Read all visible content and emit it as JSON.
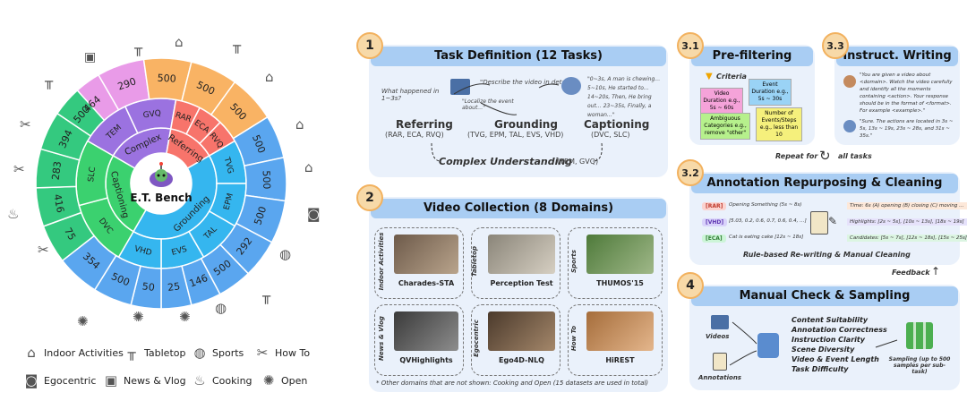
{
  "wheel": {
    "center_label": "E.T. Bench",
    "capabilities": [
      {
        "label": "Complex"
      },
      {
        "label": "Referring"
      },
      {
        "label": "Grounding"
      },
      {
        "label": "Captioning"
      }
    ],
    "tasks": [
      {
        "label": "TEM"
      },
      {
        "label": "GVQ"
      },
      {
        "label": "RAR"
      },
      {
        "label": "ECA"
      },
      {
        "label": "RVQ"
      },
      {
        "label": "TVG"
      },
      {
        "label": "EPM"
      },
      {
        "label": "TAL"
      },
      {
        "label": "EVS"
      },
      {
        "label": "VHD"
      },
      {
        "label": "DVC"
      },
      {
        "label": "SLC"
      }
    ],
    "counts": [
      "464",
      "290",
      "500",
      "500",
      "500",
      "500",
      "500",
      "500",
      "292",
      "500",
      "146",
      "25",
      "50",
      "500",
      "354",
      "75",
      "416",
      "283",
      "394",
      "500"
    ]
  },
  "legend": [
    {
      "label": "Indoor Activities",
      "icon": "house-icon"
    },
    {
      "label": "Tabletop",
      "icon": "table-icon"
    },
    {
      "label": "Sports",
      "icon": "ball-icon"
    },
    {
      "label": "How To",
      "icon": "tools-icon"
    },
    {
      "label": "Egocentric",
      "icon": "vr-headset-icon"
    },
    {
      "label": "News & Vlog",
      "icon": "camera-icon"
    },
    {
      "label": "Cooking",
      "icon": "pot-icon"
    },
    {
      "label": "Open",
      "icon": "burst-icon"
    }
  ],
  "s1": {
    "num": "1",
    "title": "Task Definition (12 Tasks)",
    "q1": "What happened in 1~3s?",
    "q2": "\"Describe the video in detail\"",
    "q3": "\"Localize the event about…\"",
    "q4": "\"0~3s, A man is chewing… 5~10s, He started to… 14~20s, Then, He bring out… 23~35s, Finally, a woman…\"",
    "referring": "Referring",
    "referring_sub": "(RAR, ECA, RVQ)",
    "grounding": "Grounding",
    "grounding_sub": "(TVG, EPM, TAL, EVS, VHD)",
    "captioning": "Captioning",
    "captioning_sub": "(DVC, SLC)",
    "complex": "Complex Understanding",
    "complex_sub": "(TEM, GVQ)"
  },
  "s2": {
    "num": "2",
    "title": "Video Collection (8 Domains)",
    "domains": [
      {
        "side": "Indoor Activities",
        "name": "Charades-STA"
      },
      {
        "side": "Tabletop",
        "name": "Perception Test"
      },
      {
        "side": "Sports",
        "name": "THUMOS'15"
      },
      {
        "side": "News & Vlog",
        "name": "QVHighlights"
      },
      {
        "side": "Egocentric",
        "name": "Ego4D-NLQ"
      },
      {
        "side": "How To",
        "name": "HiREST"
      }
    ],
    "footnote": "* Other domains that are not shown: Cooking and Open (15 datasets are used in total)"
  },
  "s31": {
    "num": "3.1",
    "title": "Pre-filtering",
    "criteria": "Criteria",
    "notes": [
      "Event Duration e.g., 5s ~ 30s",
      "Video Duration e.g., 5s ~ 60s",
      "Ambiguous Categories e.g., remove \"other\"",
      "Number of Events/Steps e.g., less than 10"
    ]
  },
  "s33": {
    "num": "3.3",
    "title": "Instruct. Writing",
    "instr1": "\"You are given a video about <domain>. Watch the video carefully and identify all the moments containing <action>. Your response should be in the format of <format>. For example <example>.\"",
    "instr2": "\"Sure. The actions are located in 3s ~ 5s, 13s ~ 19s, 23s ~ 28s, and 31s ~ 35s.\""
  },
  "repeat": {
    "pre": "Repeat for",
    "post": "all tasks"
  },
  "s32": {
    "num": "3.2",
    "title": "Annotation Repurposing & Cleaning",
    "rows": [
      {
        "tag": "[RAR]",
        "in": "Opening Something (5s ~ 8s)",
        "out": "Time: 6s (A) opening (B) closing (C) moving …"
      },
      {
        "tag": "[VHD]",
        "in": "[5.03, 0.2, 0.6, 0.7, 0.6, 0.4, …]",
        "out": "Highlights: [2s ~ 5s], [10s ~ 13s], [18s ~ 19s]"
      },
      {
        "tag": "[ECA]",
        "in": "Cat is eating cake [12s ~ 18s]",
        "out": "Candidates: [5s ~ 7s], [12s ~ 18s], [15s ~ 25s], …"
      }
    ],
    "caption": "Rule-based Re-writing & Manual Cleaning"
  },
  "feedback": "Feedback",
  "s4": {
    "num": "4",
    "title": "Manual Check & Sampling",
    "videos": "Videos",
    "annotations": "Annotations",
    "checks": [
      "Content Suitability",
      "Annotation Correctness",
      "Instruction Clarity",
      "Scene Diversity",
      "Video & Event Length",
      "Task Difficulty"
    ],
    "sampling": "Sampling (up to 500 samples per sub-task)"
  },
  "colors": {
    "complex": "#9b72e0",
    "referring": "#f7746b",
    "grounding": "#35b6ef",
    "captioning": "#3bd16f",
    "orange": "#f9b364",
    "pink": "#e99be8",
    "blue": "#5aa6ef",
    "green": "#34c97f",
    "header": "#a9cdf3",
    "panel": "#eaf1fb"
  }
}
